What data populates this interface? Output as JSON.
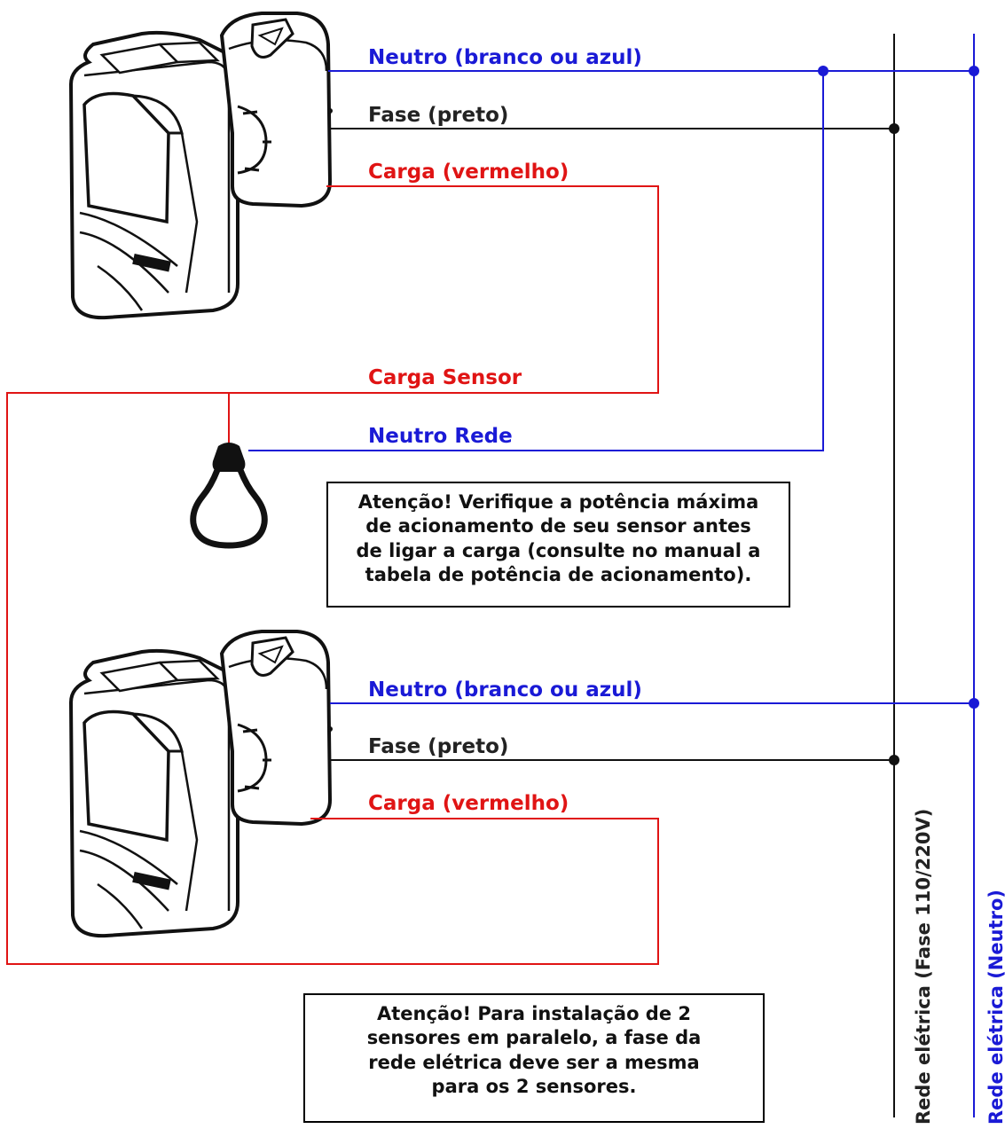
{
  "labels": {
    "top_sensor": {
      "neutral": "Neutro (branco ou azul)",
      "phase": "Fase (preto)",
      "load": "Carga (vermelho)"
    },
    "bottom_sensor": {
      "neutral": "Neutro (branco ou azul)",
      "phase": "Fase (preto)",
      "load": "Carga (vermelho)"
    },
    "load_sensor": "Carga Sensor",
    "neutral_network": "Neutro Rede",
    "mains_phase": "Rede elétrica (Fase 110/220V)",
    "mains_neutral": "Rede elétrica (Neutro)"
  },
  "notes": {
    "power_warning": [
      "Atenção! Verifique a potência máxima",
      "de acionamento de seu sensor antes",
      "de ligar a carga (consulte no manual a",
      "tabela de potência de acionamento)."
    ],
    "parallel_warning": [
      "Atenção! Para instalação de 2",
      "sensores em paralelo, a fase da",
      "rede elétrica deve ser a mesma",
      "para os 2 sensores."
    ]
  },
  "colors": {
    "neutral": "#1a1ad6",
    "phase": "#111111",
    "load": "#e01414"
  },
  "icons": [
    "motion-sensor-icon",
    "light-bulb-icon"
  ]
}
